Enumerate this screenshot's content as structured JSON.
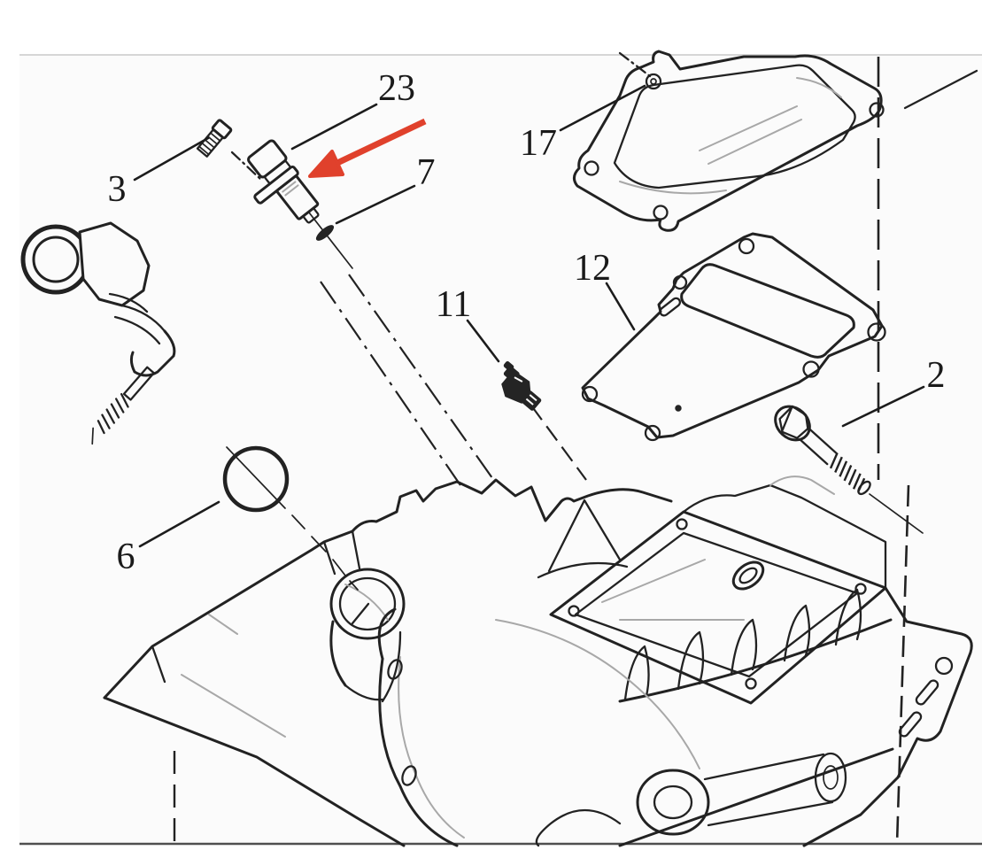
{
  "diagram": {
    "kind": "exploded-parts-diagram",
    "subject": "transaxle-case-assembly",
    "colors": {
      "line": "#222222",
      "light_line": "#a8a8a8",
      "background": "#fbfbfb",
      "page": "#ffffff",
      "highlight_arrow": "#e0412c",
      "frame_top": "#d6d6d6",
      "frame_bottom": "#4f4f4f"
    },
    "callouts": [
      {
        "label": "3",
        "part": "retaining-bolt"
      },
      {
        "label": "23",
        "part": "speed-sensor"
      },
      {
        "label": "7",
        "part": "seal-ring"
      },
      {
        "label": "17",
        "part": "end-cover"
      },
      {
        "label": "12",
        "part": "cover-gasket"
      },
      {
        "label": "11",
        "part": "pressure-switch"
      },
      {
        "label": "2",
        "part": "flange-bolt"
      },
      {
        "label": "6",
        "part": "o-ring"
      }
    ],
    "highlight": {
      "shape": "red-arrow",
      "points_to_label": "23",
      "color": "#e0412c"
    }
  }
}
